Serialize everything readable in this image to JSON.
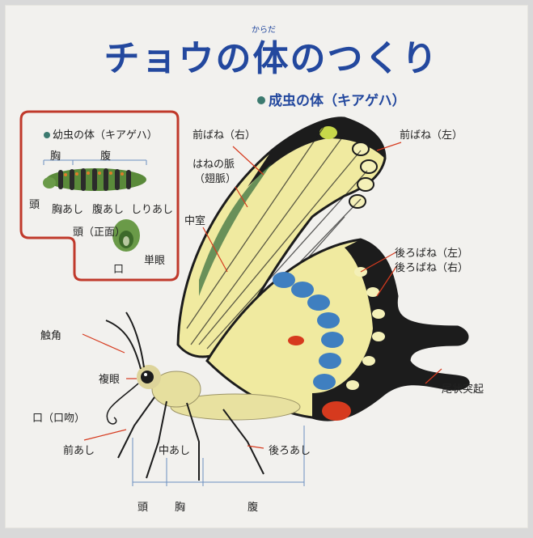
{
  "title": "チョウの体のつくり",
  "title_ruby": "からだ",
  "subtitle": "成虫の体（キアゲハ）",
  "larva": {
    "title": "幼虫の体（キアゲハ）",
    "labels": {
      "thorax": "胸",
      "abdomen": "腹",
      "head": "頭",
      "thoracic_legs": "胸あし",
      "abdominal_legs": "腹あし",
      "anal_legs": "しりあし",
      "head_front": "頭（正面）",
      "mouth": "口",
      "ocelli": "単眼"
    }
  },
  "adult": {
    "labels": {
      "forewing_right": "前ばね（右）",
      "forewing_left": "前ばね（左）",
      "wing_veins": "はねの脈",
      "wing_veins_term": "（翅脈）",
      "discal_cell": "中室",
      "hindwing_left": "後ろばね（左）",
      "hindwing_right": "後ろばね（右）",
      "antenna": "触角",
      "compound_eye": "複眼",
      "mouth": "口（口吻）",
      "foreleg": "前あし",
      "midleg": "中あし",
      "hindleg": "後ろあし",
      "tail": "尾状突起",
      "head": "頭",
      "thorax": "胸",
      "abdomen": "腹"
    }
  },
  "colors": {
    "title": "#23489e",
    "inset_border": "#c0392b",
    "wing_yellow": "#f0eaa0",
    "wing_black": "#1c1c1c",
    "hind_blue": "#3f7fc0",
    "eyespot_red": "#d63a1e",
    "larva_green": "#5a8a3a"
  }
}
